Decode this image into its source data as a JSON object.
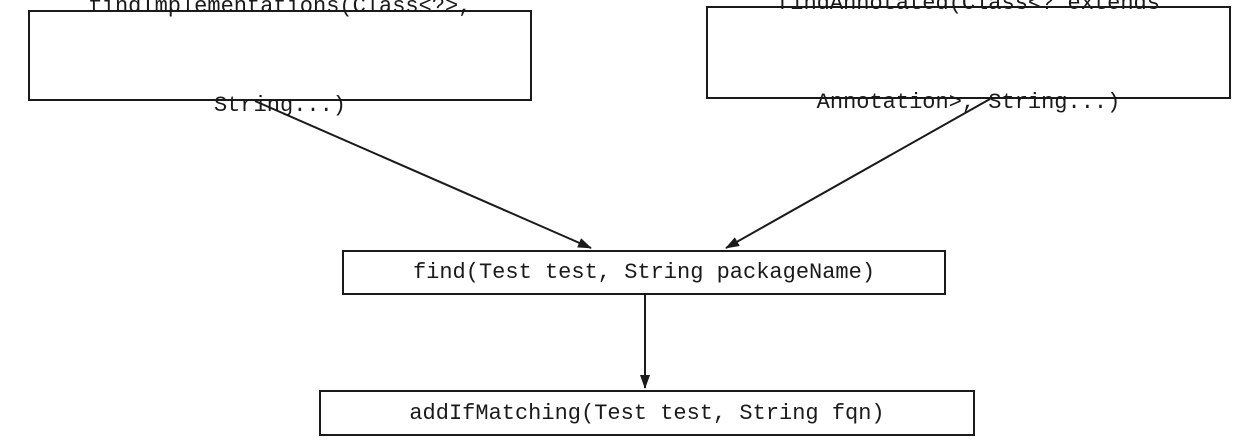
{
  "diagram": {
    "nodes": [
      {
        "id": "find-implementations",
        "lines": [
          "findImplementations(Class<?>,",
          "String...)"
        ]
      },
      {
        "id": "find-annotated",
        "lines": [
          "findAnnotated(Class<? extends",
          "Annotation>, String...)"
        ]
      },
      {
        "id": "find",
        "lines": [
          "find(Test test, String packageName)"
        ]
      },
      {
        "id": "add-if-matching",
        "lines": [
          "addIfMatching(Test test, String fqn)"
        ]
      }
    ],
    "edges": [
      {
        "from": "find-implementations",
        "to": "find"
      },
      {
        "from": "find-annotated",
        "to": "find"
      },
      {
        "from": "find",
        "to": "add-if-matching"
      }
    ]
  }
}
